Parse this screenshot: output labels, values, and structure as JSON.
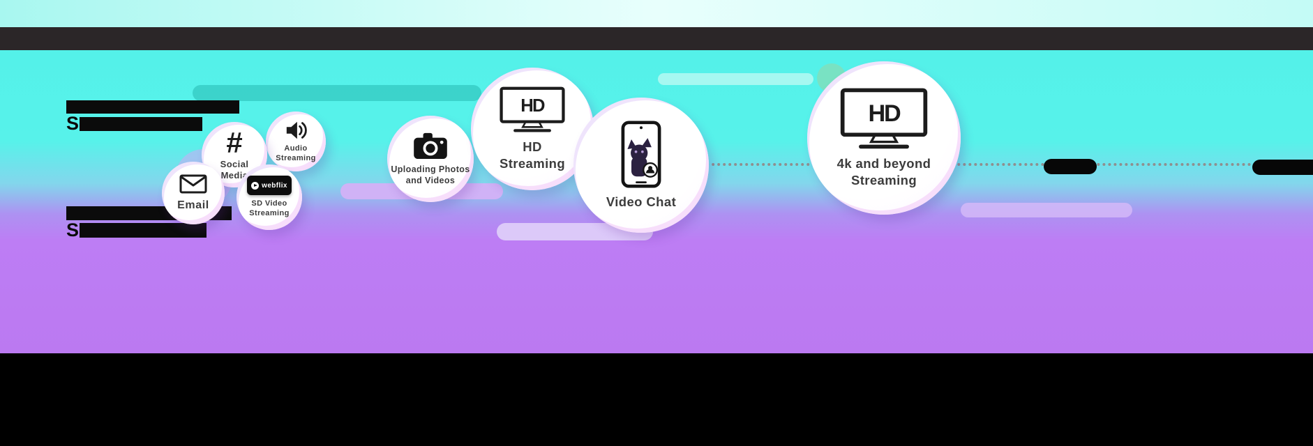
{
  "infographic": {
    "headings": {
      "top": {
        "visible_prefix": "S"
      },
      "bottom": {
        "visible_prefix": "S"
      }
    },
    "bubbles": {
      "email": {
        "label": "Email"
      },
      "social_media": {
        "label": "Social Media",
        "symbol": "#"
      },
      "audio_streaming": {
        "label": "Audio Streaming"
      },
      "sd_video": {
        "label": "SD Video Streaming",
        "logo_text": "webflix"
      },
      "uploading": {
        "label": "Uploading Photos and Videos"
      },
      "hd_streaming": {
        "label": "HD Streaming",
        "tv_text": "HD"
      },
      "video_chat": {
        "label": "Video Chat"
      },
      "uhd_streaming": {
        "label": "4k and beyond Streaming",
        "tv_text": "HD"
      }
    },
    "colors": {
      "cyan": "#55f2ea",
      "purple": "#bd7cf5",
      "teal_pill": "#3ad0c8",
      "dark_top_bar": "#2b2628",
      "bottom_bar": "#000000"
    }
  }
}
